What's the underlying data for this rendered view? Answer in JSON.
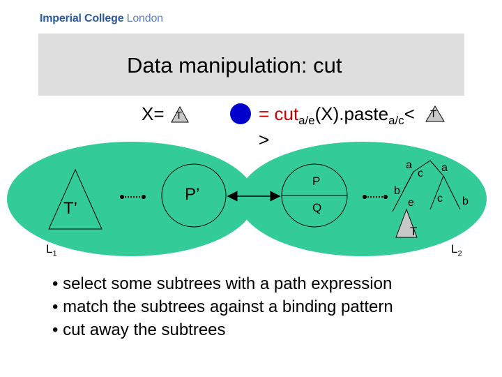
{
  "header": {
    "logo_bold": "Imperial College",
    "logo_light": "London"
  },
  "slide": {
    "title": "Data manipulation: cut"
  },
  "formula": {
    "x_label": "X=",
    "t_label": "T",
    "eq_prefix": "= cut",
    "cut_sub": "a/e",
    "mid": "(X).paste",
    "paste_sub": "a/c",
    "lt": "<",
    "gt": ">"
  },
  "diagram": {
    "left_tree": "T’",
    "left_pattern": "P’",
    "right_p": "P",
    "right_q": "Q",
    "tree_labels": {
      "a1": "a",
      "c1": "c",
      "a2": "a",
      "b1": "b",
      "e1": "e",
      "c2": "c",
      "b2": "b",
      "t": "T"
    },
    "l1": "L",
    "l1_sub": "1",
    "l2": "L",
    "l2_sub": "2"
  },
  "bullets": [
    "• select some subtrees with a path expression",
    "• match the subtrees against a binding pattern",
    "• cut away the subtrees"
  ],
  "colors": {
    "ellipse": "#33cc99",
    "cut_text": "#cc0000",
    "triangle": "#c8c8c8",
    "circle": "#0000cc",
    "logo": "#2c5aa0"
  }
}
